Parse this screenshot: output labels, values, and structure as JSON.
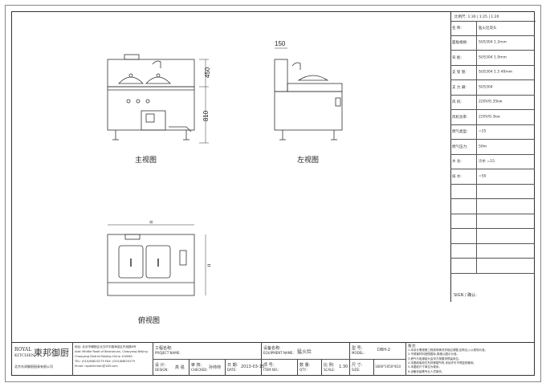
{
  "scale": "比例尺: 1:30 | 1:25 | 1:20",
  "views": {
    "front": "主视图",
    "left": "左视图",
    "top": "俯视图"
  },
  "dims": {
    "d450": "450",
    "d810": "810",
    "d150": "150",
    "dW": "=",
    "dD": "="
  },
  "spec": {
    "rows": [
      {
        "label": "名  称:",
        "value": "猛火灶双头"
      },
      {
        "label": "面板规格:",
        "value": "SUS304 1.2mm"
      },
      {
        "label": "背  板:",
        "value": "SUS304 1.0mm"
      },
      {
        "label": "支 架 管:",
        "value": "SUS304 1.5 40mm"
      },
      {
        "label": "支 力 脚:",
        "value": "SUS304"
      },
      {
        "label": "风  机:",
        "value": "220V/0.35kw"
      },
      {
        "label": "风机功率:",
        "value": "220V/0.3kw"
      },
      {
        "label": "燃气类型:",
        "value": "=25"
      },
      {
        "label": "燃气压力:",
        "value": "50m"
      },
      {
        "label": "水  龙:",
        "value": "冷水 =15"
      },
      {
        "label": "排  水:",
        "value": "=50"
      }
    ],
    "sign": "SIGN / 确认:"
  },
  "titleblock": {
    "brand_en_1": "ROYAL",
    "brand_en_2": "KITCHEN",
    "brand_cn": "東邦御厨",
    "company": "北京东邦御厨厨具有限公司",
    "addr1": "地址: 北京市朝阳区北五环中路海淀区东段路6号",
    "addr2": "Add: Middle Road of Beiwuhuan, Chaoyang Beijing",
    "addr3": "Chaoyang District Beijing China 100080",
    "tel": "TEL: (010)84825279  FAX: (010)84825279",
    "email": "Email: royalkitchen@163.com",
    "project_label": "工程名称:",
    "project_label_en": "PROJECT NAME:",
    "equip_label": "设备名称:",
    "equip_label_en": "EQUIPMENT NAME:",
    "equip_value": "猛火灶",
    "model_label": "型 号:",
    "model_label_en": "MODEL:",
    "model_value": "DBH-2",
    "design_label": "设 计:",
    "design_label_en": "DESIGN:",
    "design_value": "高 强",
    "check_label": "审 核:",
    "check_label_en": "CHECKED:",
    "check_value": "孙帅帅",
    "date_label": "日 期:",
    "date_label_en": "DATE:",
    "date_value": "2013-03-15",
    "item_label": "项 号:",
    "item_label_en": "ITEM NO.:",
    "qty_label": "数 量:",
    "qty_label_en": "QTY.:",
    "ratio_label": "比 例:",
    "ratio_label_en": "SCALE:",
    "ratio_value": "1:30",
    "size_label": "尺 寸:",
    "size_label_en": "SIZE:",
    "size_value": "1800*1050*810",
    "notes_title": "备注:",
    "notes": [
      "1.本设计需按照工程现场情况作相应调整,如有出入以现场为准。",
      "2.不锈钢材料按照国标,厚度以图示为准。",
      "3.燃气与电源接头由甲方按要求预留到位。",
      "4.本图纸版权归东邦御厨所有,未经许可不得复制使用。",
      "5.本图纸尺寸单位为毫米。",
      "6.设备安装需专业人员操作。"
    ]
  }
}
